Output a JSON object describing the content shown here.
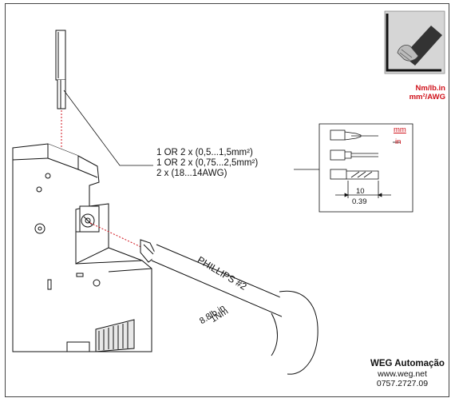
{
  "wire_spec": {
    "line1": "1 OR 2 x (0,5...1,5mm²)",
    "line2": "1 OR 2 x (0,75...2,5mm²)",
    "line3": "2 x (18...14AWG)"
  },
  "torque_units": {
    "line1": "Nm/lb.in",
    "line2": "mm²/AWG"
  },
  "strip_detail": {
    "unit_top": "mm",
    "unit_bottom": "in",
    "length_mm": "10",
    "length_in": "0.39"
  },
  "screwdriver": {
    "type_label": "PHILLIPS #2",
    "torque_nm": "1Nm",
    "torque_lbin": "8.8lb.in"
  },
  "footer": {
    "company": "WEG Automação",
    "website": "www.weg.net",
    "doc_number": "0757.2727.09"
  },
  "colors": {
    "accent_red": "#d0121b",
    "photo_gray": "#d6d6d6"
  },
  "icons": {
    "wire_photo": "stripped-wire-icon"
  }
}
